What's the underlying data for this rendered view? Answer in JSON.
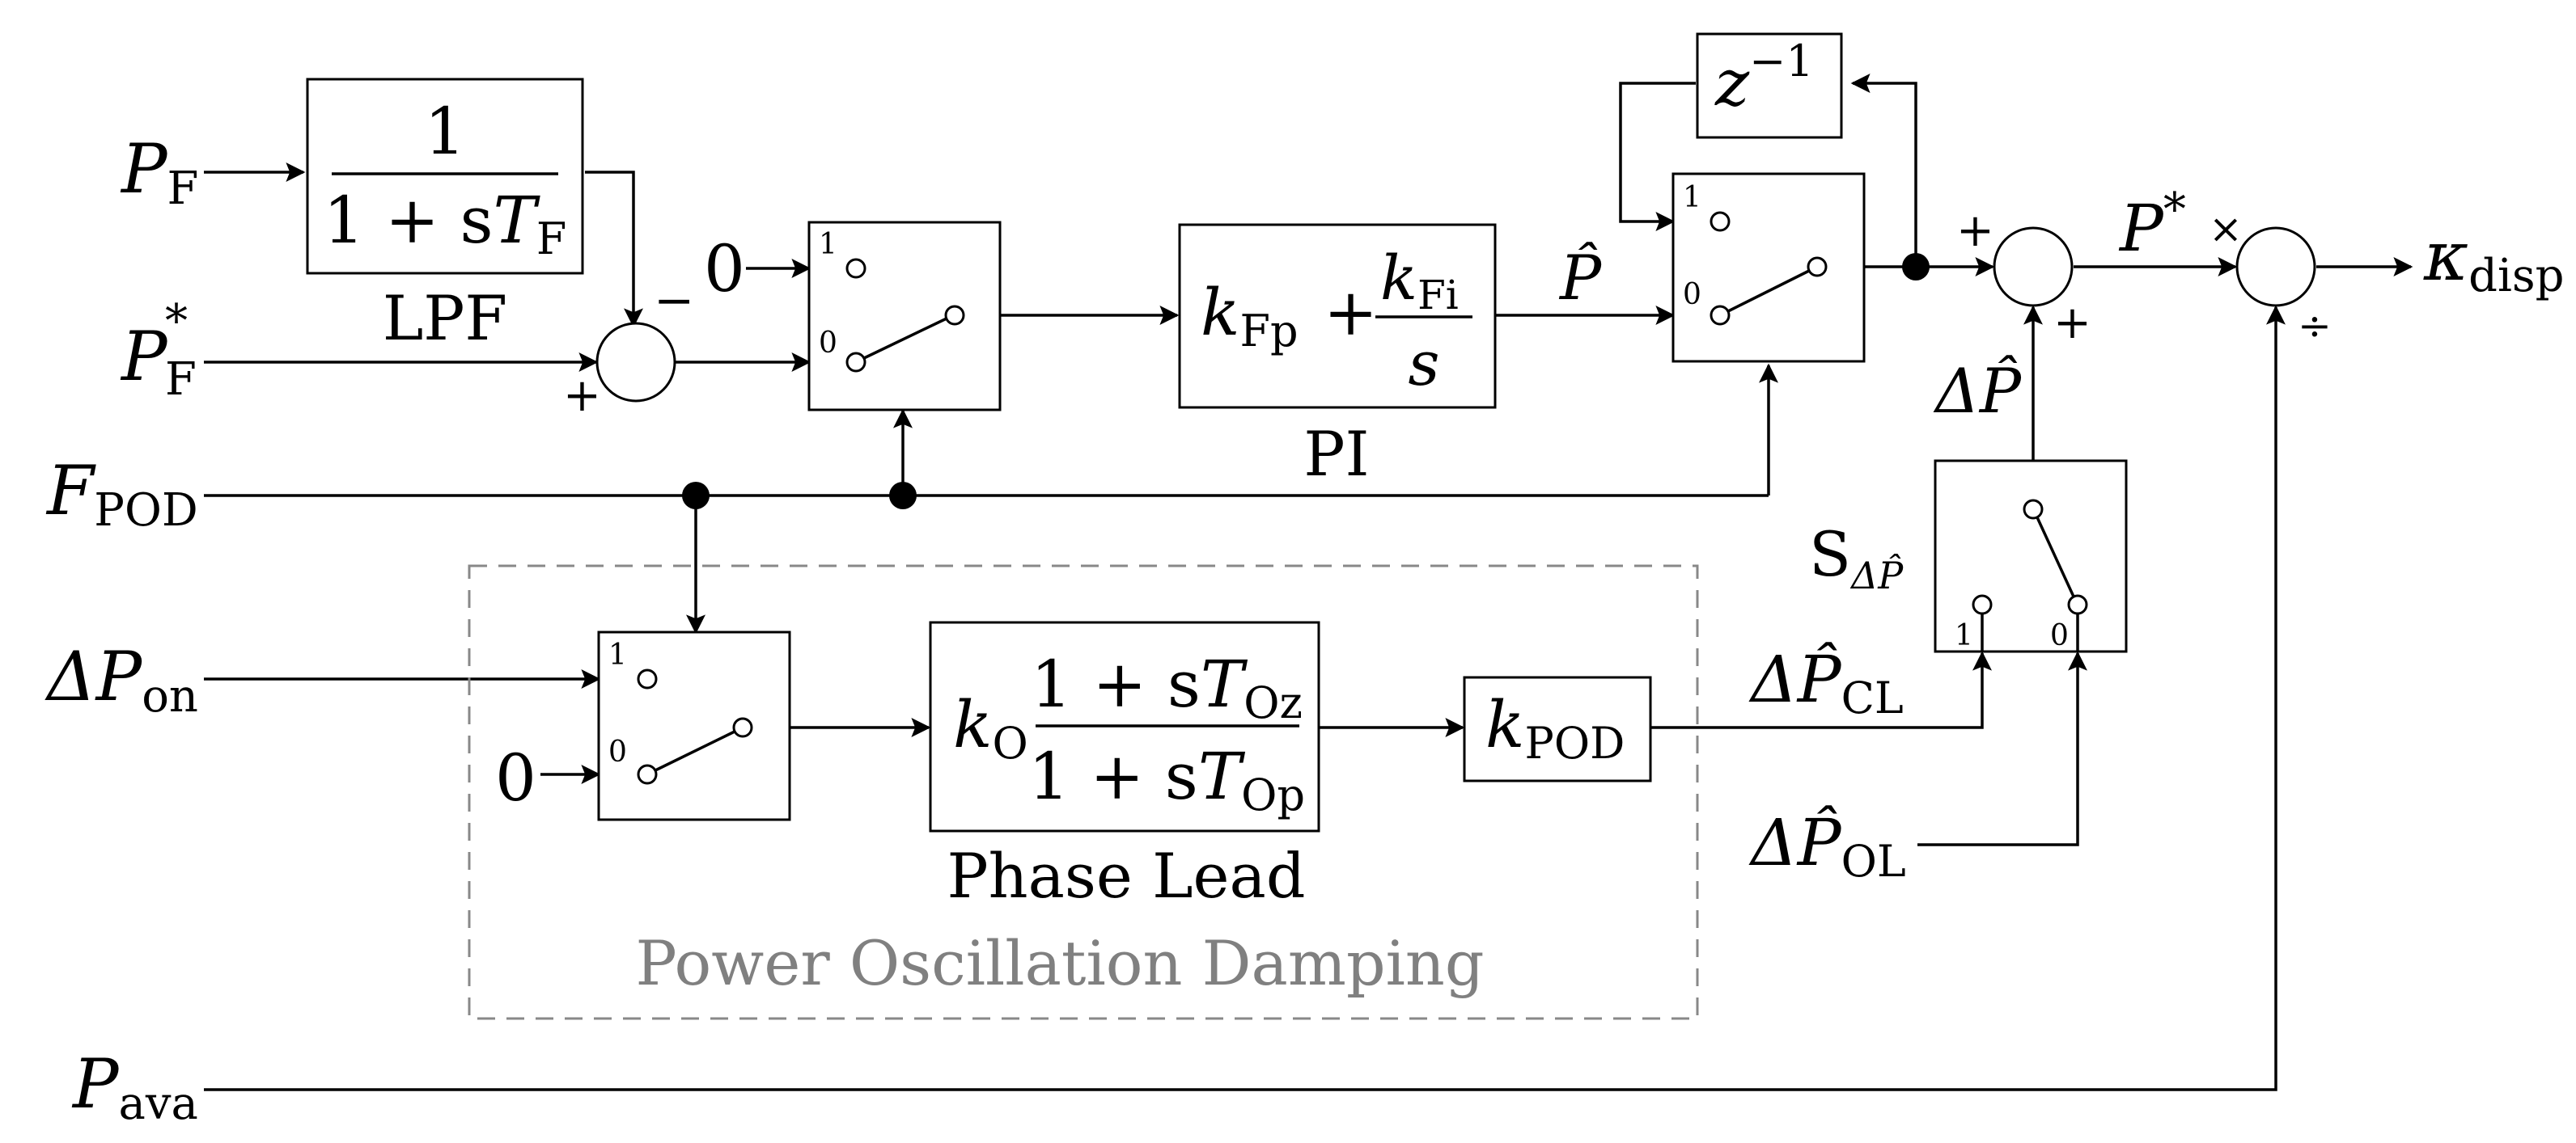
{
  "inputs": {
    "pf": {
      "base": "P",
      "sub": "F"
    },
    "pf_star": {
      "base": "P",
      "sub": "F",
      "sup": "*"
    },
    "fpod": {
      "base": "F",
      "sub": "POD"
    },
    "dp_on": {
      "base": "ΔP",
      "sub": "on"
    },
    "pava": {
      "base": "P",
      "sub": "ava"
    },
    "zero_a": "0",
    "zero_b": "0"
  },
  "blocks": {
    "lpf": {
      "num": "1",
      "den_a": "1 + s",
      "den_T": "T",
      "den_sub": "F",
      "label": "LPF"
    },
    "pi": {
      "k": "k",
      "k_sub": "Fp",
      "plus": "+",
      "num": "k",
      "num_sub": "Fi",
      "den": "s",
      "label": "PI"
    },
    "delay": {
      "base": "z",
      "sup": "−1"
    },
    "phase_lead": {
      "k": "k",
      "k_sub": "O",
      "num_a": "1 + s",
      "num_T": "T",
      "num_sub": "Oz",
      "den_a": "1 + s",
      "den_T": "T",
      "den_sub": "Op",
      "label": "Phase Lead"
    },
    "kpod": {
      "base": "k",
      "sub": "POD"
    },
    "pod_region": "Power Oscillation Damping"
  },
  "switches": {
    "sw1": {
      "pos1": "1",
      "pos0": "0"
    },
    "sw2": {
      "pos1": "1",
      "pos0": "0"
    },
    "sw3": {
      "pos1": "1",
      "pos0": "0"
    },
    "sw4": {
      "pos1": "1",
      "pos0": "0",
      "name": "S",
      "name_sub": "ΔP̂"
    }
  },
  "signals": {
    "p_hat": "P̂",
    "p_star": {
      "base": "P",
      "sup": "*"
    },
    "dp_hat": "ΔP̂",
    "dp_cl": {
      "base": "ΔP̂",
      "sub": "CL"
    },
    "dp_ol": {
      "base": "ΔP̂",
      "sub": "OL"
    },
    "kappa": {
      "base": "κ",
      "sub": "disp"
    }
  },
  "signs": {
    "sum1_minus": "−",
    "sum1_plus": "+",
    "sum2_plus_left": "+",
    "sum2_plus_bottom": "+",
    "div_times": "×",
    "div_divide": "÷"
  }
}
